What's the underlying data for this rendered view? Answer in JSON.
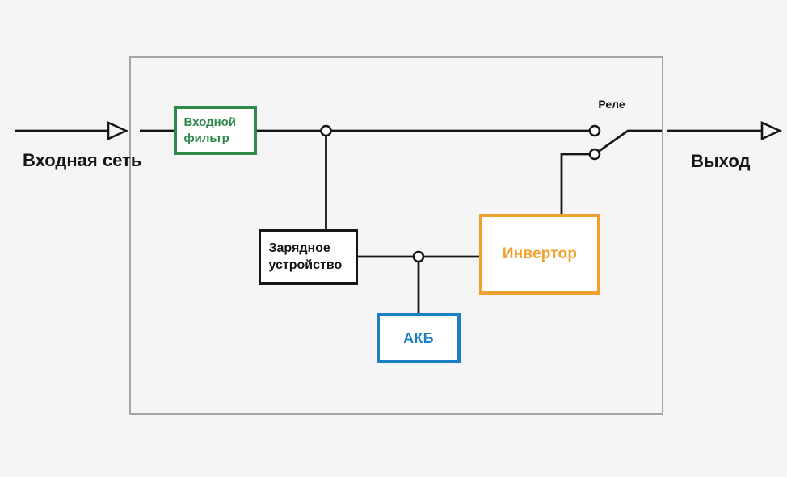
{
  "colors": {
    "background": "#f5f5f6",
    "wire": "#161616",
    "container_border": "#a5a5a5",
    "input_filter": "#2e8b4c",
    "charger": "#161616",
    "battery": "#1b7fc4",
    "inverter": "#efa02f",
    "text": "#161616"
  },
  "labels": {
    "input": "Входная сеть",
    "output": "Выход",
    "relay": "Реле"
  },
  "blocks": {
    "input_filter": "Входной фильтр",
    "charger": "Зарядное устройство",
    "battery": "АКБ",
    "inverter": "Инвертор"
  }
}
